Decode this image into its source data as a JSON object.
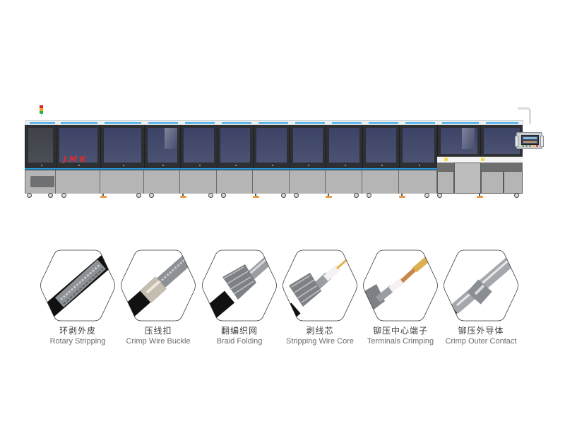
{
  "machine": {
    "brand_label": "JMK",
    "colors": {
      "accent_stripe": "#3aa8ea",
      "brand_text": "#e52a2a",
      "glass": "#3c4366",
      "base": "#b5b5b5"
    },
    "signal_tower": [
      "#d6262a",
      "#f29a1e",
      "#27b24a"
    ],
    "hmi_buttons": [
      "#39b54a",
      "#888888",
      "#888888",
      "#f2c12e",
      "#e0301e"
    ]
  },
  "processes": [
    {
      "cn": "环剥外皮",
      "en": "Rotary Stripping",
      "icon": "rotary-stripping-cable-icon"
    },
    {
      "cn": "压线扣",
      "en": "Crimp Wire Buckle",
      "icon": "crimp-wire-buckle-cable-icon"
    },
    {
      "cn": "翻编织网",
      "en": "Braid Folding",
      "icon": "braid-folding-cable-icon"
    },
    {
      "cn": "剥线芯",
      "en": "Stripping Wire Core",
      "icon": "stripping-wire-core-cable-icon"
    },
    {
      "cn": "铆压中心端子",
      "en": "Terminals Crimping",
      "icon": "terminals-crimping-cable-icon"
    },
    {
      "cn": "铆压外导体",
      "en": "Crimp Outer Contact",
      "icon": "crimp-outer-contact-cable-icon"
    }
  ]
}
